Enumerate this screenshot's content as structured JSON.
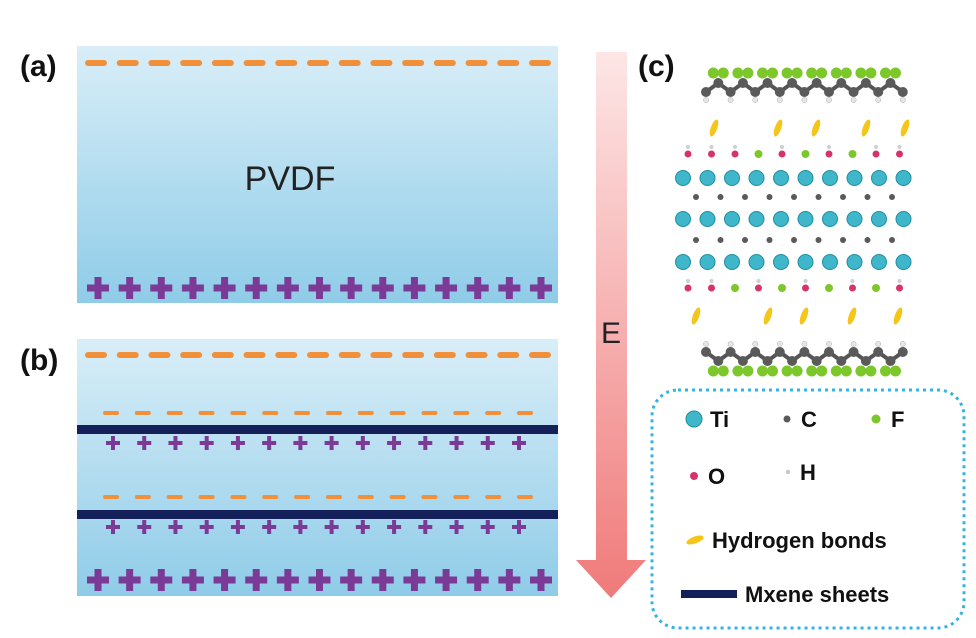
{
  "panels": {
    "a": {
      "label": "(a)",
      "material": "PVDF"
    },
    "b": {
      "label": "(b)"
    },
    "c": {
      "label": "(c)"
    }
  },
  "field": {
    "label": "E"
  },
  "symbols": {
    "negative": "−",
    "positive": "+"
  },
  "legend": {
    "atoms": [
      {
        "symbol": "Ti",
        "color": "#3fb6c9"
      },
      {
        "symbol": "C",
        "color": "#5a5a5a"
      },
      {
        "symbol": "F",
        "color": "#7cc72a"
      },
      {
        "symbol": "O",
        "color": "#d6336c"
      },
      {
        "symbol": "H",
        "color": "#c8c8c8"
      }
    ],
    "hydrogen_bonds": {
      "label": "Hydrogen bonds",
      "color": "#f5c518"
    },
    "mxene_sheets": {
      "label": "Mxene sheets",
      "color": "#14205a"
    }
  },
  "colors": {
    "film_top": "#d9eef8",
    "film_bottom": "#8fcce8",
    "negative": "#f0903a",
    "positive": "#7b3a96",
    "arrow_top": "#fde6e6",
    "arrow_bottom": "#f07a7a",
    "legend_border": "#35b3e0"
  }
}
